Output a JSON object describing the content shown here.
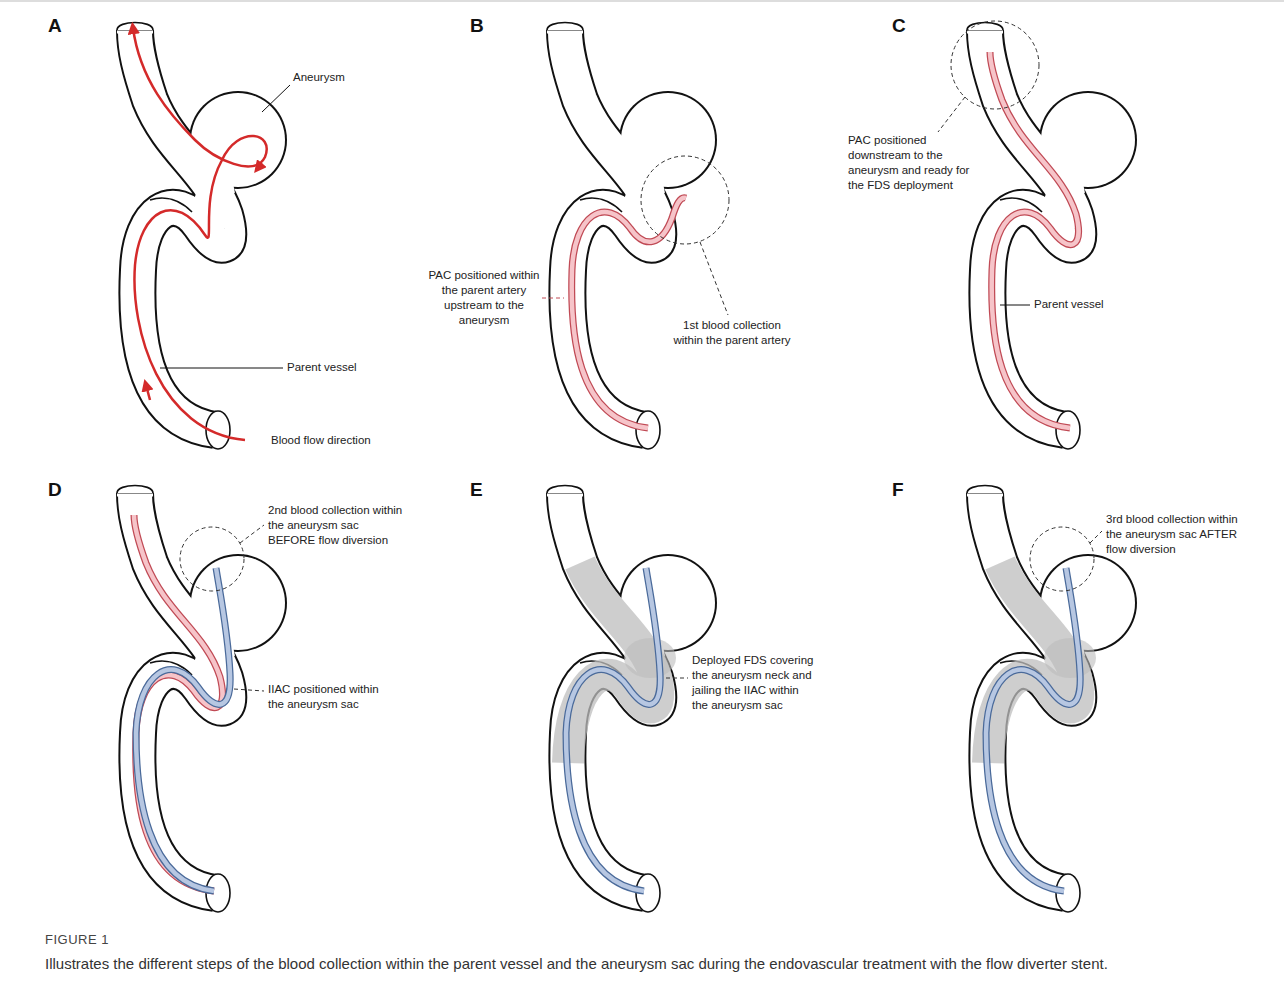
{
  "diagram": {
    "caption": "Illustrates the different steps of the blood collection within the parent vessel and the aneurysm sac during the endovascular treatment with the flow diverter stent.",
    "labels": [
      "A",
      "B",
      "C",
      "D",
      "E",
      "F",
      "Aneurysm",
      "Parent vessel",
      "Blood flow direction",
      "PAC positioned within the parent artery upstream to the aneurysm",
      "1st blood collection within the parent artery",
      "PAC positioned downstream to the aneurysm and ready for the FDS deployment",
      "Parent vessel",
      "2nd blood collection within the aneurysm sac BEFORE flow diversion",
      "IIAC positioned within the aneurysm sac",
      "Deployed FDS covering the aneurysm neck and jailing the IIAC within the aneurysm sac",
      "3rd blood collection within the aneurysm sac AFTER flow diversion",
      "FIGURE 1"
    ]
  }
}
